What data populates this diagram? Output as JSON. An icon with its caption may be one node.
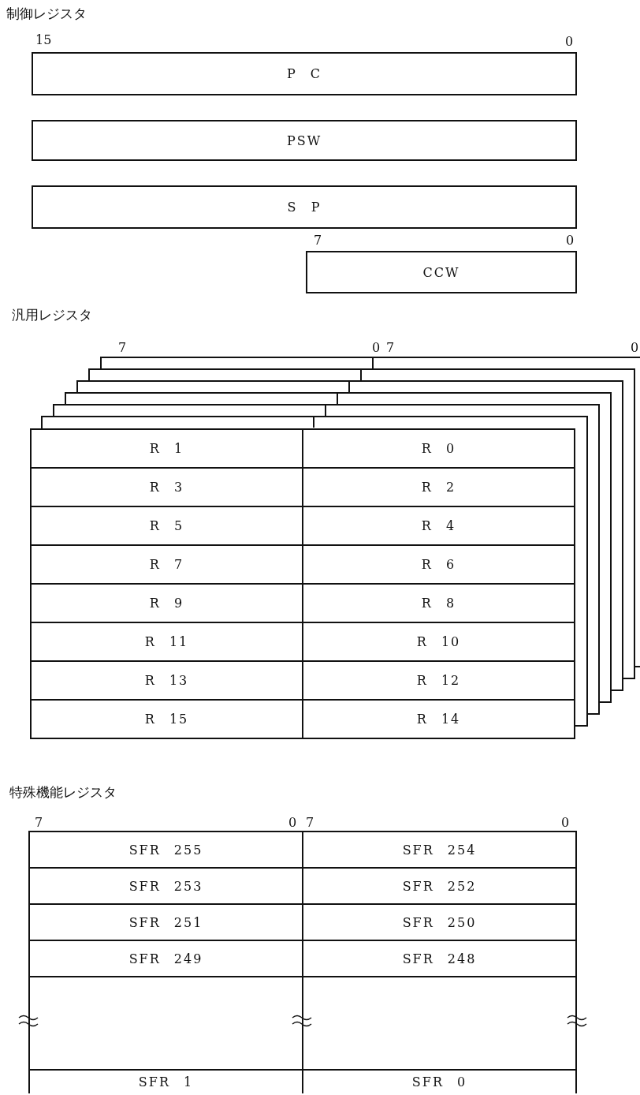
{
  "diagram": {
    "nodes": [
      {
        "text": [
          "P C"
        ]
      },
      {
        "text": [
          "PSW"
        ]
      },
      {
        "text": [
          "S P"
        ]
      },
      {
        "text": [
          "CCW"
        ]
      },
      {
        "text": [
          "R 1"
        ]
      },
      {
        "text": [
          "R 0"
        ]
      },
      {
        "text": [
          "R 3"
        ]
      },
      {
        "text": [
          "R 2"
        ]
      },
      {
        "text": [
          "R 5"
        ]
      },
      {
        "text": [
          "R 4"
        ]
      },
      {
        "text": [
          "R 7"
        ]
      },
      {
        "text": [
          "R 6"
        ]
      },
      {
        "text": [
          "R 9"
        ]
      },
      {
        "text": [
          "R 8"
        ]
      },
      {
        "text": [
          "R 11"
        ]
      },
      {
        "text": [
          "R 10"
        ]
      },
      {
        "text": [
          "R 13"
        ]
      },
      {
        "text": [
          "R 12"
        ]
      },
      {
        "text": [
          "R 15"
        ]
      },
      {
        "text": [
          "R 14"
        ]
      },
      {
        "text": [
          "SFR 255"
        ]
      },
      {
        "text": [
          "SFR 254"
        ]
      },
      {
        "text": [
          "SFR 253"
        ]
      },
      {
        "text": [
          "SFR 252"
        ]
      },
      {
        "text": [
          "SFR 251"
        ]
      },
      {
        "text": [
          "SFR 250"
        ]
      },
      {
        "text": [
          "SFR 249"
        ]
      },
      {
        "text": [
          "SFR 248"
        ]
      },
      {
        "text": [],
        "shape": "box"
      },
      {
        "text": [],
        "shape": "box"
      },
      {
        "text": [
          "SFR 1"
        ]
      },
      {
        "text": [
          "SFR 0"
        ]
      }
    ],
    "labels": [
      "制御レジスタ",
      "15",
      "0",
      "7",
      "0",
      "汎用レジスタ",
      "7",
      "0",
      "7",
      "0",
      "特殊機能レジスタ",
      "7",
      "0",
      "7",
      "0"
    ]
  }
}
